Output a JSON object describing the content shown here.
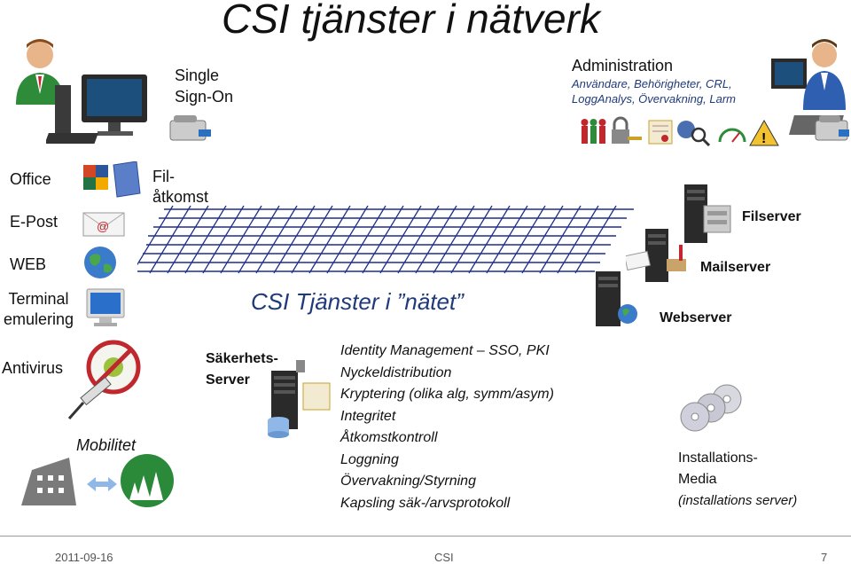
{
  "title": "CSI tjänster i nätverk",
  "single_sign_on": [
    "Single",
    "Sign-On"
  ],
  "administration": {
    "heading": "Administration",
    "details": [
      "Användare, Behörigheter, CRL,",
      "LoggAnalys, Övervakning, Larm"
    ]
  },
  "left_labels": {
    "office": "Office",
    "epost": "E-Post",
    "web": "WEB",
    "terminal": [
      "Terminal",
      "emulering"
    ],
    "antivirus": "Antivirus",
    "mobilitet": "Mobilitet"
  },
  "filatkomst": [
    "Fil-",
    "åtkomst"
  ],
  "network_label": "CSI Tjänster i ”nätet”",
  "security_server": [
    "Säkerhets-",
    "Server"
  ],
  "services": [
    "Identity Management – SSO, PKI",
    "Nyckeldistribution",
    "Kryptering (olika alg, symm/asym)",
    "Integritet",
    "Åtkomstkontroll",
    "Loggning",
    "Övervakning/Styrning",
    "Kapsling säk-/arvsprotokoll"
  ],
  "servers": {
    "filserver": "Filserver",
    "mailserver": "Mailserver",
    "webserver": "Webserver"
  },
  "installation": {
    "line1": "Installations-",
    "line2": "Media",
    "line3": "(installations server)"
  },
  "footer": {
    "date": "2011-09-16",
    "center": "CSI",
    "page": "7"
  },
  "icons": {
    "user_left": "user-icon",
    "user_right": "admin-user-icon",
    "computer": "desktop-computer-icon",
    "office": "office-apps-icon",
    "folder": "folder-icon",
    "email": "email-envelope-icon",
    "globe": "globe-icon",
    "monitor": "monitor-icon",
    "antivirus": "no-virus-icon",
    "syringe": "syringe-icon",
    "building": "building-icon",
    "trees": "trees-icon",
    "server": "server-icon",
    "cd": "cd-disc-icon"
  }
}
